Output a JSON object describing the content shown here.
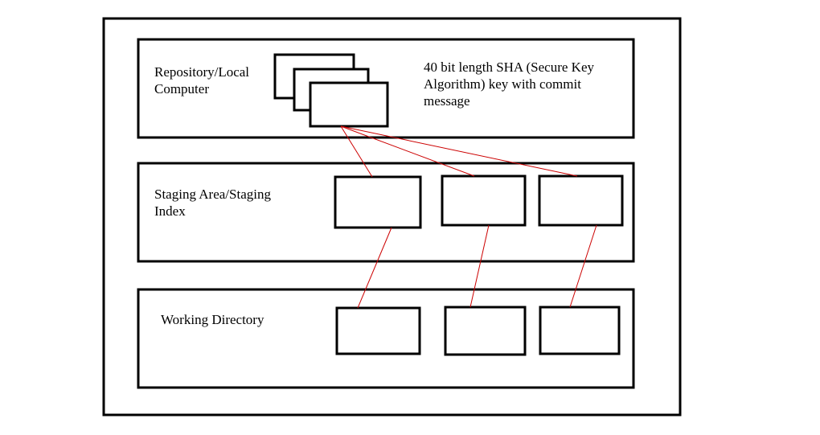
{
  "colors": {
    "box_stroke": "#000000",
    "connector_stroke": "#cc0000",
    "background": "#ffffff"
  },
  "layers": {
    "repository": {
      "label": "Repository/Local\nComputer",
      "note": "40 bit length SHA (Secure Key\nAlgorithm) key with commit\nmessage"
    },
    "staging": {
      "label": "Staging Area/Staging\nIndex"
    },
    "working": {
      "label": "Working Directory"
    }
  }
}
